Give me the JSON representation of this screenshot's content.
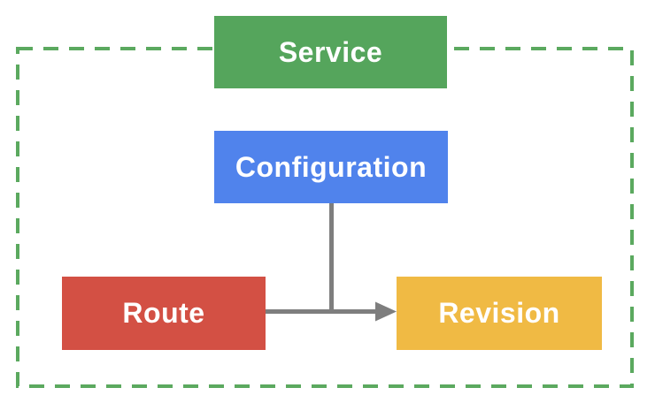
{
  "diagram": {
    "background": "#ffffff",
    "boundary": {
      "style": "dashed",
      "color": "#5BA95F"
    },
    "connectors": {
      "color": "#7E7E7E"
    },
    "nodes": {
      "service": {
        "label": "Service",
        "color": "#55A55C",
        "text_color": "#ffffff"
      },
      "configuration": {
        "label": "Configuration",
        "color": "#5083EC",
        "text_color": "#ffffff"
      },
      "route": {
        "label": "Route",
        "color": "#D35044",
        "text_color": "#ffffff"
      },
      "revision": {
        "label": "Revision",
        "color": "#F0BA44",
        "text_color": "#ffffff"
      }
    },
    "edges": [
      {
        "from": "configuration",
        "to": "revision",
        "arrow": true
      },
      {
        "from": "route",
        "to": "revision",
        "arrow": true
      }
    ]
  }
}
